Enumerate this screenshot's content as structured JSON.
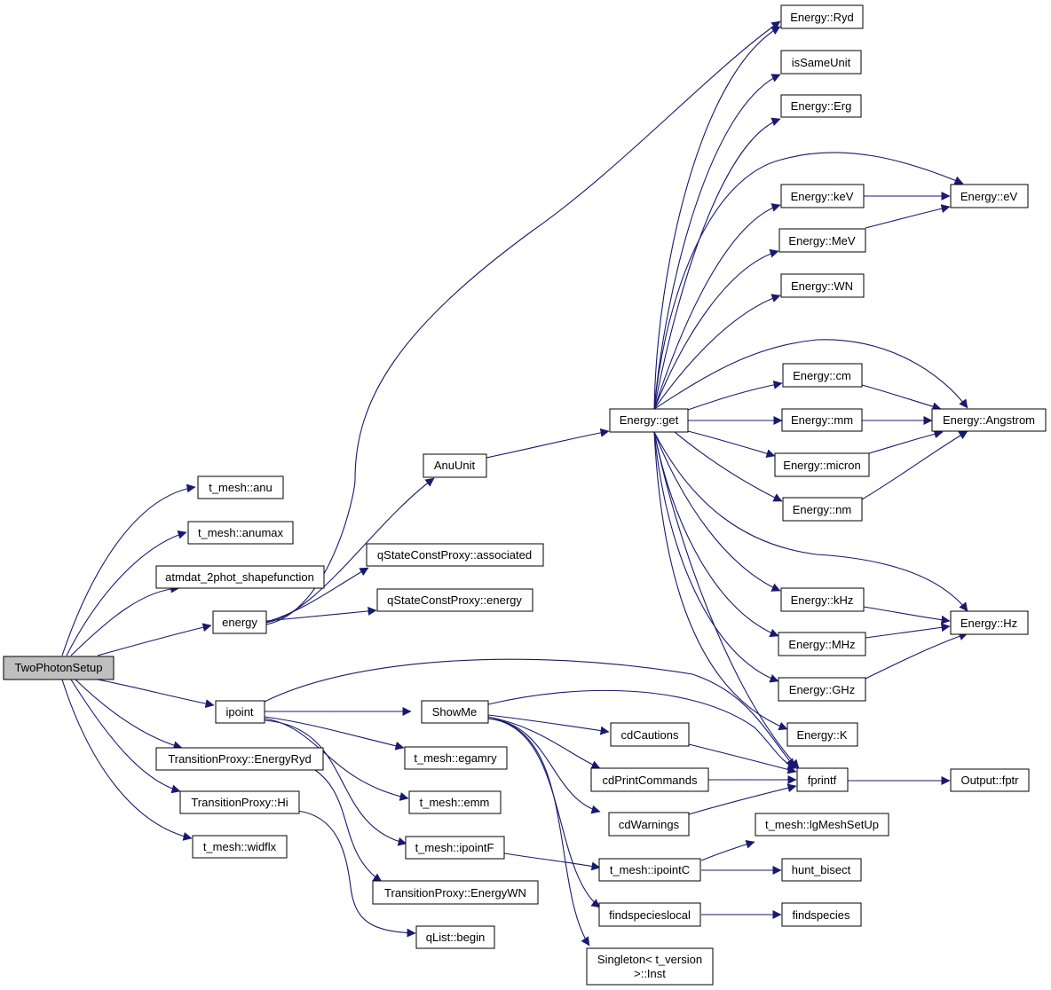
{
  "diagram": {
    "colors": {
      "edge": "#191970",
      "node_border": "#000000",
      "root_fill": "#bfbfbf",
      "node_fill": "#ffffff"
    },
    "nodes": {
      "root": "TwoPhotonSetup",
      "t_anu": "t_mesh::anu",
      "t_anumax": "t_mesh::anumax",
      "atmdat": "atmdat_2phot_shapefunction",
      "energy": "energy",
      "ipoint": "ipoint",
      "tp_ery": "TransitionProxy::EnergyRyd",
      "tp_hi": "TransitionProxy::Hi",
      "widflx": "t_mesh::widflx",
      "anuunit": "AnuUnit",
      "qs_assoc": "qStateConstProxy::associated",
      "qs_energy": "qStateConstProxy::energy",
      "showme": "ShowMe",
      "egamry": "t_mesh::egamry",
      "emm": "t_mesh::emm",
      "ipointf": "t_mesh::ipointF",
      "tp_ewn": "TransitionProxy::EnergyWN",
      "qlist": "qList::begin",
      "eget": "Energy::get",
      "cdcautions": "cdCautions",
      "cdprint": "cdPrintCommands",
      "cdwarn": "cdWarnings",
      "ipointc": "t_mesh::ipointC",
      "findlocal": "findspecieslocal",
      "singleton_1": "Singleton< t_version",
      "singleton_2": ">::Inst",
      "ryd": "Energy::Ryd",
      "issame": "isSameUnit",
      "erg": "Energy::Erg",
      "kev": "Energy::keV",
      "mev": "Energy::MeV",
      "wn": "Energy::WN",
      "cm": "Energy::cm",
      "mm": "Energy::mm",
      "micron": "Energy::micron",
      "nm": "Energy::nm",
      "khz": "Energy::kHz",
      "mhz": "Energy::MHz",
      "ghz": "Energy::GHz",
      "k": "Energy::K",
      "fprintf": "fprintf",
      "lgmesh": "t_mesh::lgMeshSetUp",
      "hunt": "hunt_bisect",
      "findspecies": "findspecies",
      "ev": "Energy::eV",
      "angstrom": "Energy::Angstrom",
      "hz": "Energy::Hz",
      "fptr": "Output::fptr"
    }
  }
}
